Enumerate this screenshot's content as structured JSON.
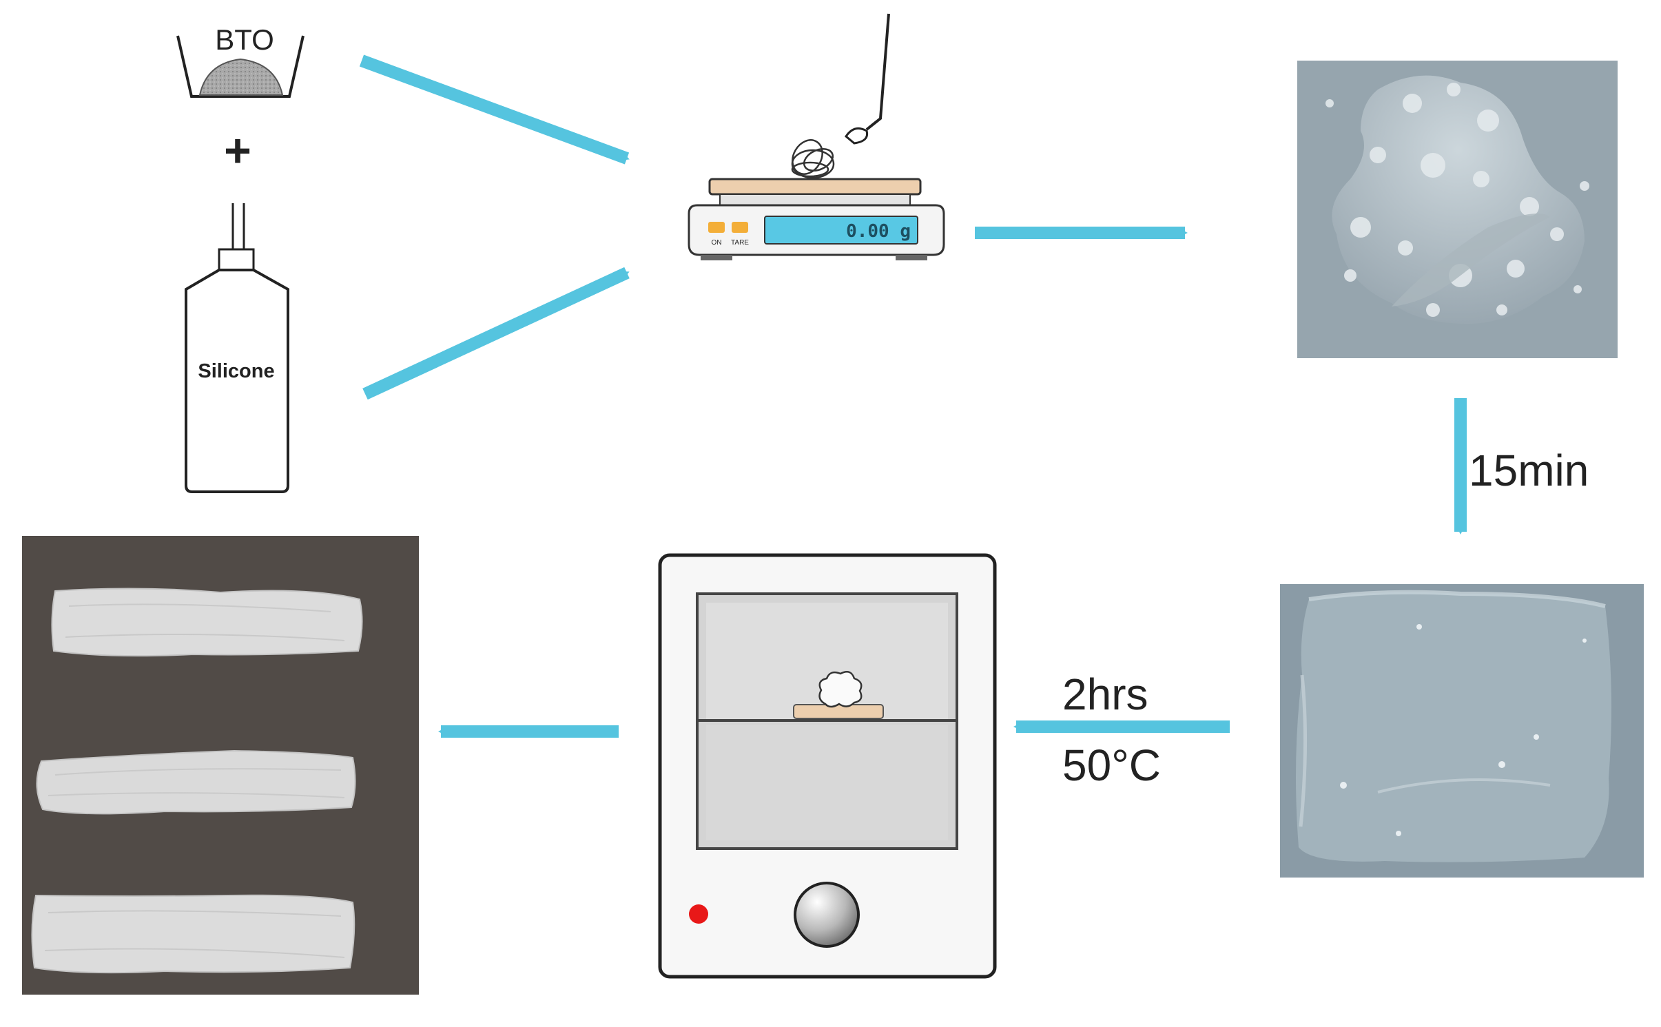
{
  "labels": {
    "bto": "BTO",
    "plus": "+",
    "silicone": "Silicone",
    "scale_readout": "0.00 g",
    "scale_key_1": "ON",
    "scale_key_2": "TARE",
    "step_mix_time": "15min",
    "step_cure_time": "2hrs",
    "step_cure_temp": "50°C"
  },
  "colors": {
    "arrow": "#55c4df",
    "oven_indicator": "#e81818",
    "scale_display": "#58c8e4",
    "photo_powder_bg": "#8f9ea8",
    "photo_paste_bg": "#8a9ba6",
    "photo_samples_bg": "#4d4744"
  }
}
